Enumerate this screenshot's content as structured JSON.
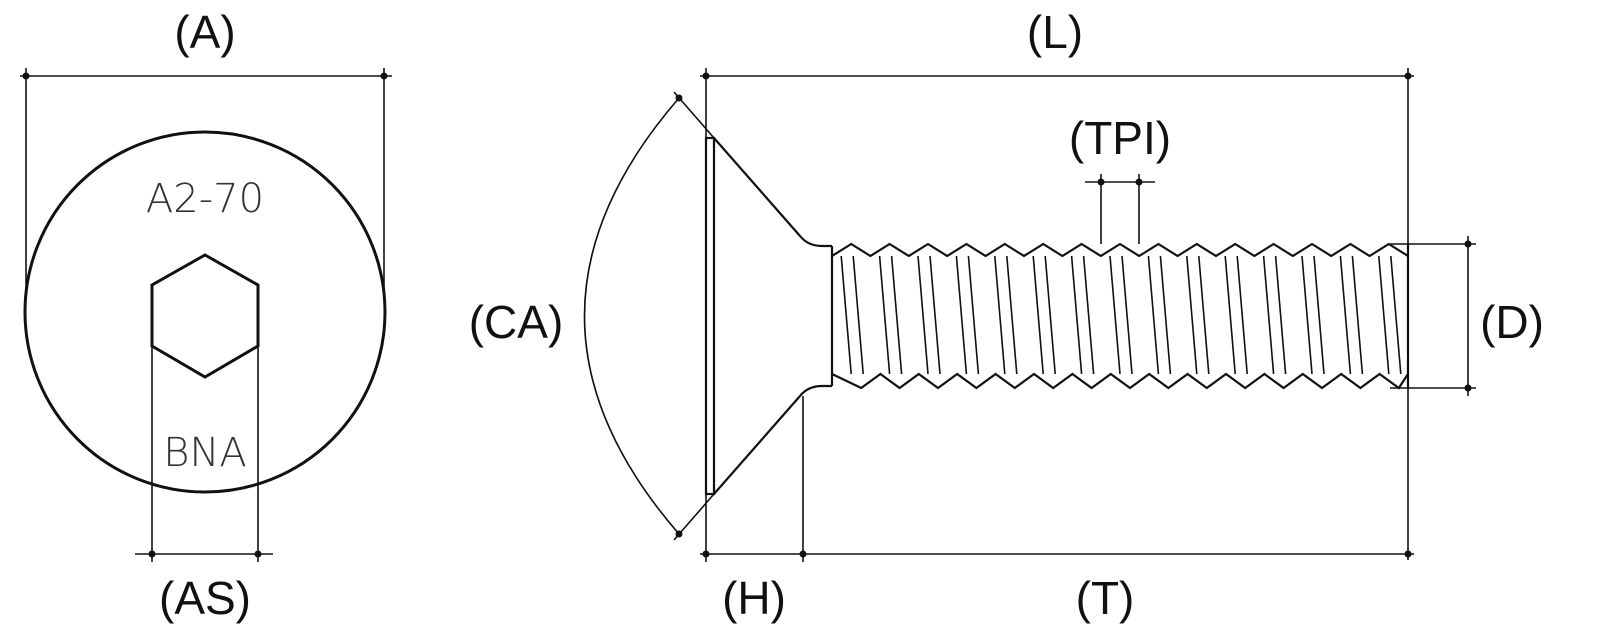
{
  "labels": {
    "a": "(A)",
    "as": "(AS)",
    "l": "(L)",
    "tpi": "(TPI)",
    "ca": "(CA)",
    "d": "(D)",
    "h": "(H)",
    "t": "(T)"
  },
  "head_markings": {
    "grade": "A2-70",
    "maker": "BNA"
  },
  "colors": {
    "ink": "#111111",
    "background": "#ffffff"
  }
}
